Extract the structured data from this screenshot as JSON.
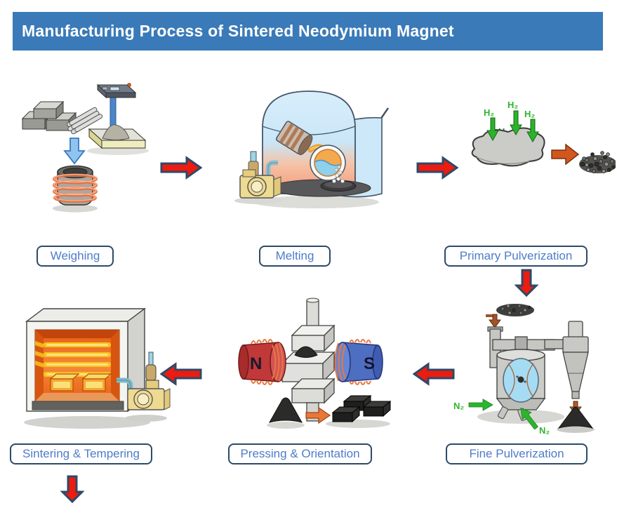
{
  "title": "Manufacturing Process of Sintered Neodymium Magnet",
  "steps": [
    {
      "label": "Weighing"
    },
    {
      "label": "Melting"
    },
    {
      "label": "Primary Pulverization"
    },
    {
      "label": "Fine Pulverization"
    },
    {
      "label": "Pressing & Orientation"
    },
    {
      "label": "Sintering & Tempering"
    }
  ],
  "annotations": {
    "h2": "H₂",
    "n2": "N₂",
    "magnet_n": "N",
    "magnet_s": "S"
  },
  "flow_arrows": [
    "right",
    "right",
    "down",
    "left",
    "left",
    "down"
  ],
  "colors": {
    "header_bg": "#3a7ab8",
    "header_text": "#ffffff",
    "label_border": "#2d4a68",
    "label_text": "#4e7cc9",
    "arrow_fill": "#ed1b10",
    "arrow_outline": "#2d4a68",
    "gas_label_green": "#2db52d"
  }
}
